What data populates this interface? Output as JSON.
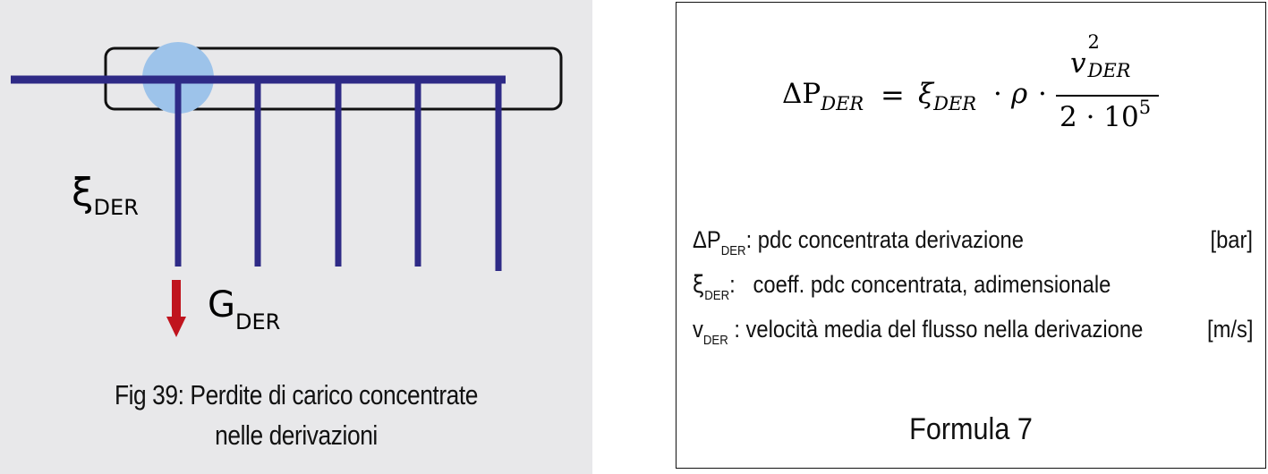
{
  "diagram": {
    "xi_label": "ξ",
    "xi_sub": "DER",
    "g_label": "G",
    "g_sub": "DER",
    "colors": {
      "pipe": "#2e2a86",
      "highlight": "#9dc3ea",
      "arrow": "#c0141e",
      "background": "#e8e8ea"
    }
  },
  "caption": {
    "line1": "Fig 39: Perdite di carico concentrate",
    "line2": "nelle derivazioni"
  },
  "formula": {
    "lhs": "ΔP",
    "lhs_sub": "DER",
    "equals": "=",
    "xi": "ξ",
    "xi_sub": "DER",
    "dot1": "·",
    "rho": "ρ",
    "dot2": "·",
    "num_v": "v",
    "num_sup": "2",
    "num_sub": "DER",
    "den": "2 · 10",
    "den_sup": "5"
  },
  "legend": [
    {
      "symbol": "ΔP",
      "sub": "DER",
      "text": ": pdc concentrata derivazione",
      "unit": "[bar]"
    },
    {
      "symbol": "ξ",
      "sub": "DER",
      "text": ":   coeff. pdc concentrata, adimensionale",
      "unit": ""
    },
    {
      "symbol": "v",
      "sub": "DER",
      "text": " : velocità media del flusso nella derivazione",
      "unit": "[m/s]"
    }
  ],
  "formula_title": "Formula 7"
}
